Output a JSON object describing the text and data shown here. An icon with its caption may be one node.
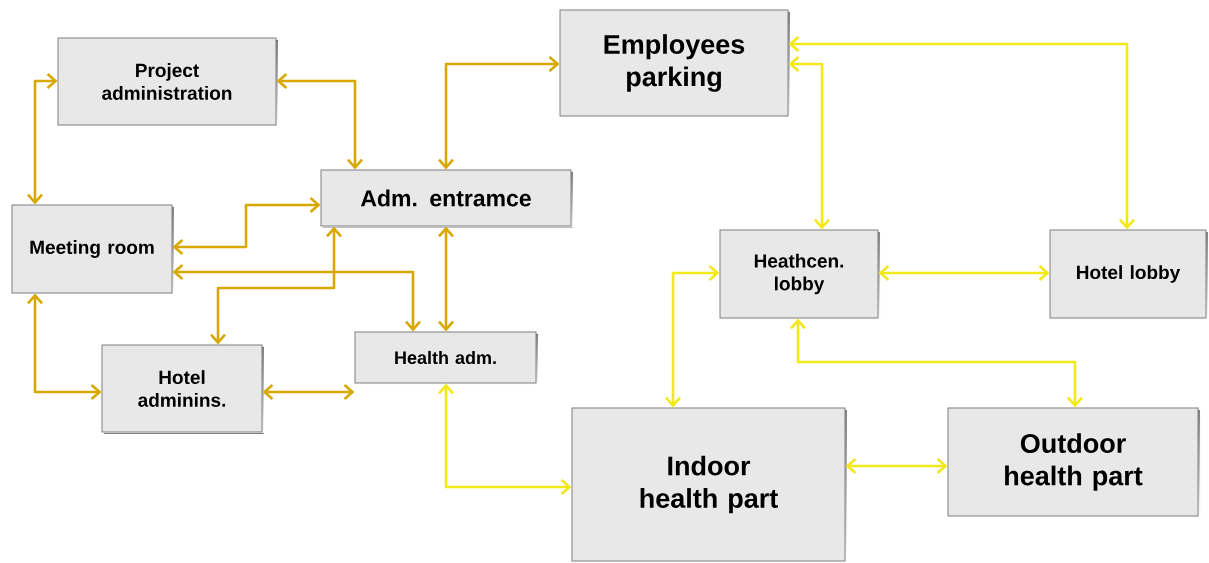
{
  "diagram": {
    "nodes": [
      {
        "text": [
          "Project administration"
        ]
      },
      {
        "text": [
          "Employees parking"
        ]
      },
      {
        "text": [
          "Meeting room"
        ]
      },
      {
        "text": [
          "Adm. entramce"
        ]
      },
      {
        "text": [
          "Heathcen. lobby"
        ]
      },
      {
        "text": [
          "Hotel lobby"
        ]
      },
      {
        "text": [
          "Hotel adminins."
        ]
      },
      {
        "text": [
          "Health adm."
        ]
      },
      {
        "text": [
          "Indoor health part"
        ]
      },
      {
        "text": [
          "Outdoor health part"
        ]
      }
    ],
    "edges": [
      {
        "from": 0,
        "to": 2,
        "arrow": "both"
      },
      {
        "from": 0,
        "to": 3,
        "arrow": "both"
      },
      {
        "from": 3,
        "to": 1,
        "arrow": "both"
      },
      {
        "from": 2,
        "to": 3,
        "arrow": "both"
      },
      {
        "from": 3,
        "to": 6,
        "arrow": "both"
      },
      {
        "from": 2,
        "to": 7,
        "arrow": "both"
      },
      {
        "from": 3,
        "to": 7,
        "arrow": "both"
      },
      {
        "from": 2,
        "to": 6,
        "arrow": "both"
      },
      {
        "from": 6,
        "to": 7,
        "arrow": "both"
      },
      {
        "from": 7,
        "to": 8,
        "arrow": "both",
        "color": "#f2e81a"
      },
      {
        "from": 1,
        "to": 5,
        "arrow": "both",
        "color": "#f2e81a"
      },
      {
        "from": 1,
        "to": 4,
        "arrow": "both",
        "color": "#f2e81a"
      },
      {
        "from": 8,
        "to": 4,
        "arrow": "both",
        "color": "#f2e81a"
      },
      {
        "from": 4,
        "to": 5,
        "arrow": "both",
        "color": "#f2e81a"
      },
      {
        "from": 4,
        "to": 9,
        "arrow": "both",
        "color": "#f2e81a"
      },
      {
        "from": 8,
        "to": 9,
        "arrow": "both",
        "color": "#f2e81a"
      }
    ]
  }
}
